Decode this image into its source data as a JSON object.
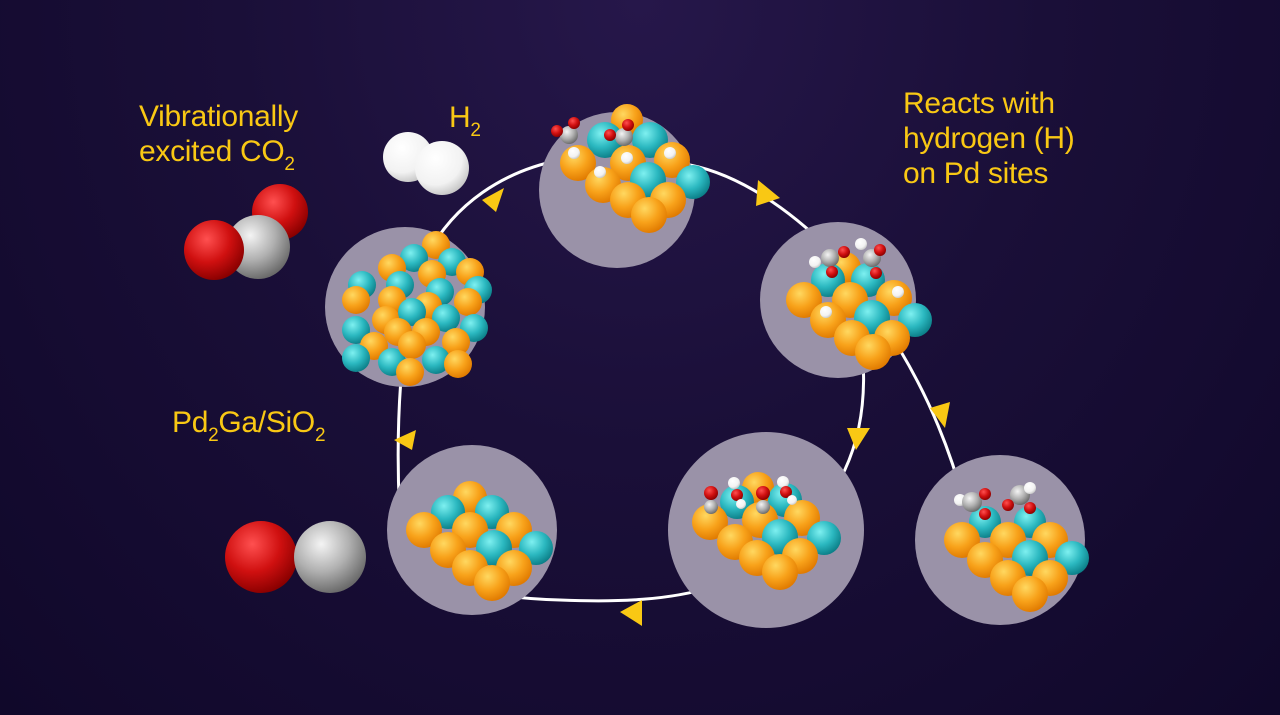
{
  "labels": {
    "co2": {
      "text": "Vibrationally",
      "line2": "excited CO",
      "sub": "2"
    },
    "h2": {
      "text": "H",
      "sub": "2"
    },
    "reacts": {
      "line1": "Reacts with",
      "line2": "hydrogen (H)",
      "line3": "on Pd sites"
    },
    "catalyst": {
      "p1": "Pd",
      "s1": "2",
      "p2": "Ga/SiO",
      "s2": "2"
    }
  },
  "colors": {
    "background": "#150b33",
    "label_text": "#f9c814",
    "panel_disc": "#9a92a8",
    "pd_atom": "#f8a21a",
    "ga_atom": "#2bb8c0",
    "oxygen": "#d01010",
    "carbon": "#a8a8a8",
    "hydrogen": "#ffffff",
    "arrow": "#f9c814",
    "cycle_line": "#ffffff"
  },
  "stages": [
    {
      "id": "catalyst-bulk",
      "description": "Pd2Ga crystal cluster"
    },
    {
      "id": "co2-adsorbed",
      "description": "CO2 adsorbed with H atoms on surface"
    },
    {
      "id": "reacts-hydrogen",
      "description": "Intermediates reacting with H on Pd sites"
    },
    {
      "id": "formate-branch",
      "description": "Side-branch intermediates"
    },
    {
      "id": "water-formation",
      "description": "OH / H2O species on surface"
    },
    {
      "id": "clean-surface",
      "description": "Regenerated clean surface releasing CO"
    }
  ],
  "molecules": {
    "co2": "CO2 molecule (O=C=O)",
    "h2": "H2 molecule",
    "co": "CO product molecule"
  }
}
